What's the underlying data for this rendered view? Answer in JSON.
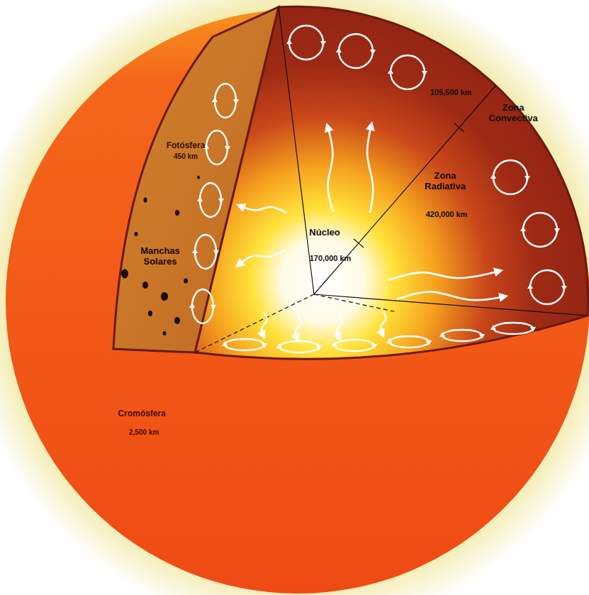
{
  "diagram": {
    "labels": [
      "Fotósfera",
      "450 km",
      "Manchas Solares",
      "Núcleo",
      "170,000 km",
      "105,500 km",
      "Zona Convectiva",
      "Zona Radiativa",
      "420,000 km",
      "Cromósfera",
      "2,500 km"
    ]
  }
}
